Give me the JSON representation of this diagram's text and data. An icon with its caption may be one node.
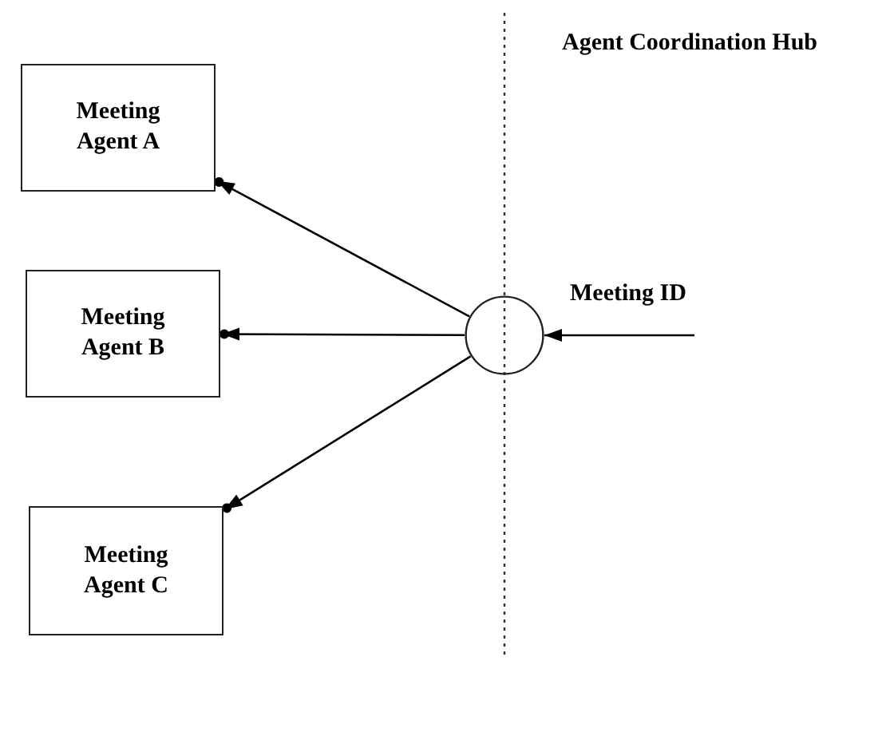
{
  "diagram": {
    "nodes": [
      {
        "text": [
          "Meeting Agent A"
        ]
      },
      {
        "text": [
          "Meeting Agent B"
        ]
      },
      {
        "text": [
          "Meeting Agent C"
        ]
      },
      {
        "text": [],
        "shape": "circle"
      }
    ],
    "edges": [
      {
        "from": 3,
        "to": 0,
        "arrow": "to"
      },
      {
        "from": 3,
        "to": 1,
        "arrow": "to"
      },
      {
        "from": 3,
        "to": 2,
        "arrow": "to"
      },
      {
        "from": null,
        "to": 3,
        "arrow": "to",
        "label": "Meeting ID"
      }
    ],
    "labels": [
      "Agent Coordination Hub"
    ]
  }
}
